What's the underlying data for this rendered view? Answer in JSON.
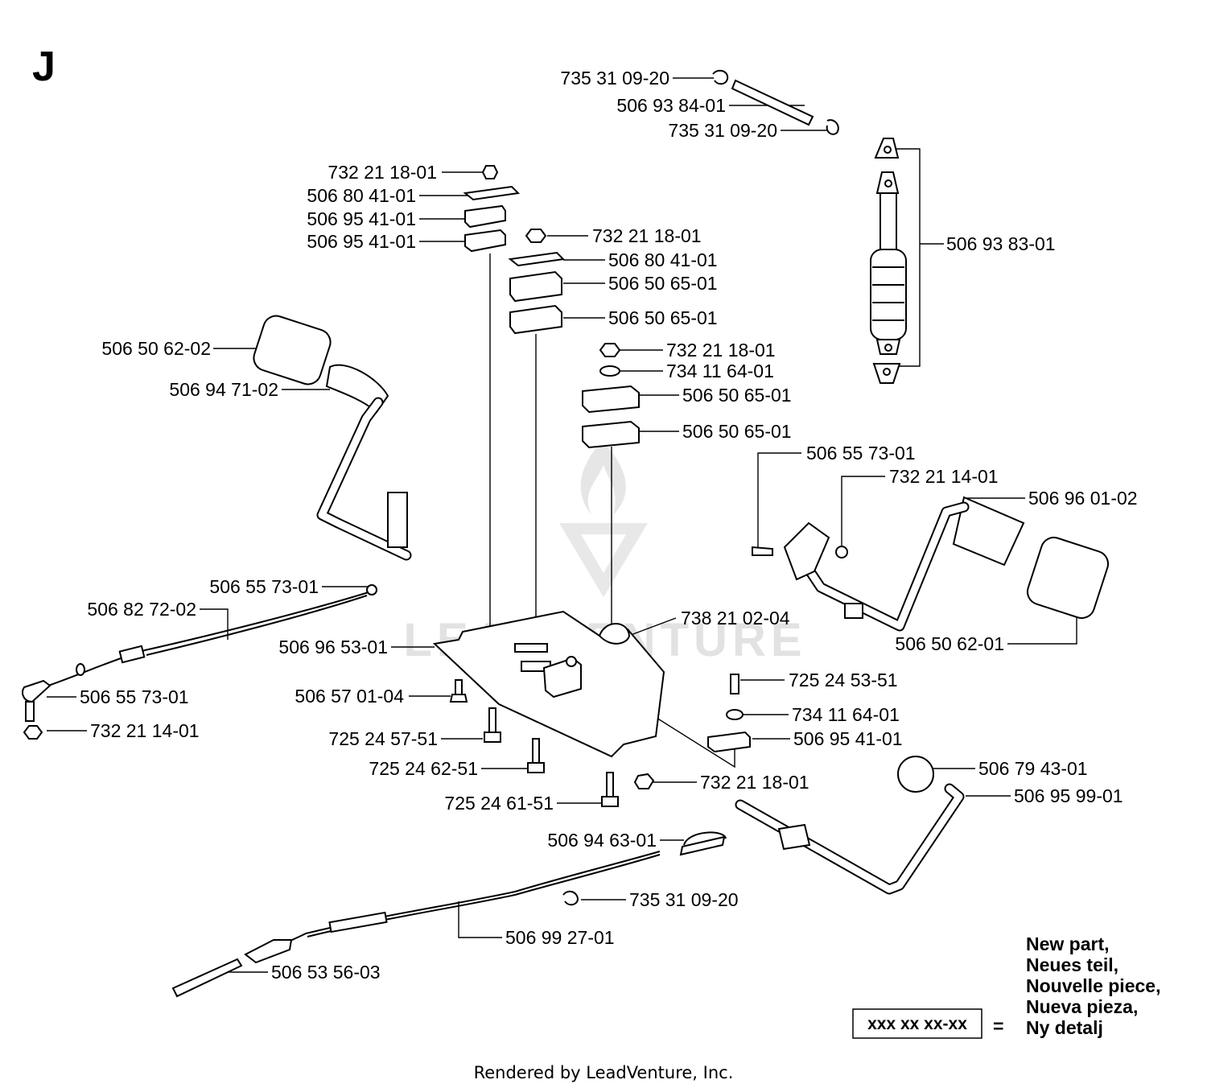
{
  "section_letter": "J",
  "watermark": "LEADVENTURE",
  "footer": "Rendered by LeadVenture, Inc.",
  "legend": {
    "box_text": "xxx xx xx-xx",
    "equals": "=",
    "lines": [
      "New part,",
      "Neues teil,",
      "Nouvelle piece,",
      "Nueva pieza,",
      "Ny detalj"
    ]
  },
  "callouts": [
    "735 31 09-20",
    "506 93 84-01",
    "735 31 09-20",
    "506 93 83-01",
    "732 21 18-01",
    "506 80 41-01",
    "506 95 41-01",
    "506 95 41-01",
    "732 21 18-01",
    "506 80 41-01",
    "506 50 65-01",
    "506 50 65-01",
    "732 21 18-01",
    "734 11 64-01",
    "506 50 65-01",
    "506 50 65-01",
    "506 50 62-02",
    "506 94 71-02",
    "506 55 73-01",
    "732 21 14-01",
    "506 96 01-02",
    "506 50 62-01",
    "506 55 73-01",
    "506 82 72-02",
    "506 96 53-01",
    "738 21 02-04",
    "506 55 73-01",
    "732 21 14-01",
    "506 57 01-04",
    "725 24 57-51",
    "725 24 62-51",
    "725 24 61-51",
    "725 24 53-51",
    "734 11 64-01",
    "506 95 41-01",
    "732 21 18-01",
    "506 79 43-01",
    "506 95 99-01",
    "506 94 63-01",
    "735 31 09-20",
    "506 99 27-01",
    "506 53 56-03"
  ]
}
